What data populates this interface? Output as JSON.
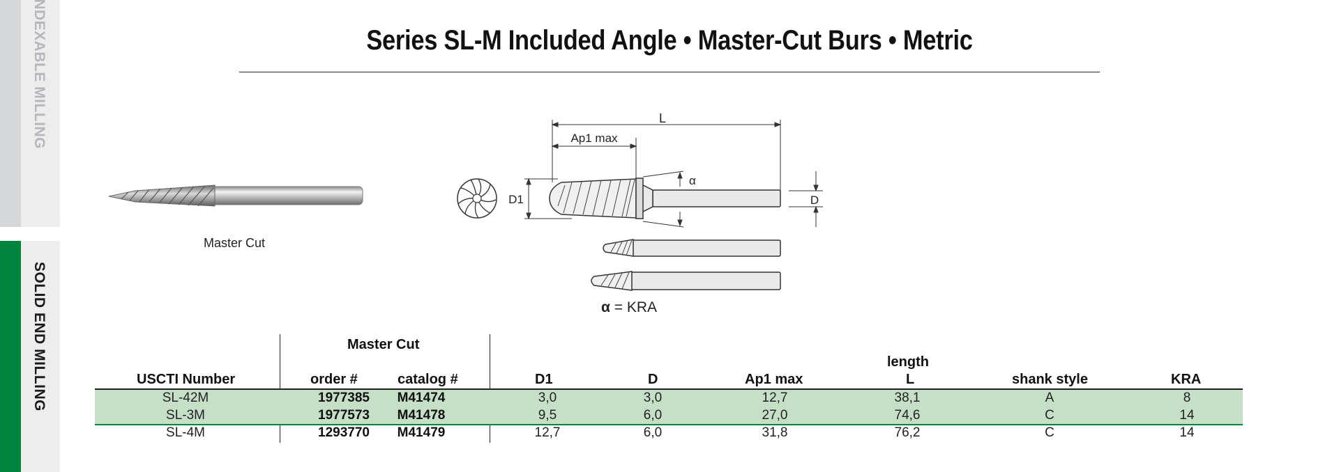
{
  "side_tabs": {
    "top_label": "INDEXABLE MILLING",
    "bottom_label": "SOLID END MILLING"
  },
  "title": "Series SL-M Included Angle • Master-Cut Burs • Metric",
  "photo_caption": "Master Cut",
  "drawing_labels": {
    "L": "L",
    "Ap1": "Ap1 max",
    "D1": "D1",
    "D": "D",
    "alpha": "α"
  },
  "alpha_note": {
    "symbol": "α",
    "text": " = KRA"
  },
  "table": {
    "group_header": "Master Cut",
    "length_header": "length",
    "columns": {
      "usc": "USCTI Number",
      "order": "order #",
      "catalog": "catalog #",
      "d1": "D1",
      "d": "D",
      "ap1": "Ap1 max",
      "l": "L",
      "shank": "shank style",
      "kra": "KRA"
    },
    "rows": [
      {
        "usc": "SL-42M",
        "order": "1977385",
        "catalog": "M41474",
        "d1": "3,0",
        "d": "3,0",
        "ap1": "12,7",
        "l": "38,1",
        "shank": "A",
        "kra": "8"
      },
      {
        "usc": "SL-3M",
        "order": "1977573",
        "catalog": "M41478",
        "d1": "9,5",
        "d": "6,0",
        "ap1": "27,0",
        "l": "74,6",
        "shank": "C",
        "kra": "14"
      },
      {
        "usc": "SL-4M",
        "order": "1293770",
        "catalog": "M41479",
        "d1": "12,7",
        "d": "6,0",
        "ap1": "31,8",
        "l": "76,2",
        "shank": "C",
        "kra": "14"
      }
    ]
  },
  "colors": {
    "accent_green": "#00843d",
    "row_highlight": "#c6e0c8",
    "tab_grey": "#d6d7d9"
  }
}
